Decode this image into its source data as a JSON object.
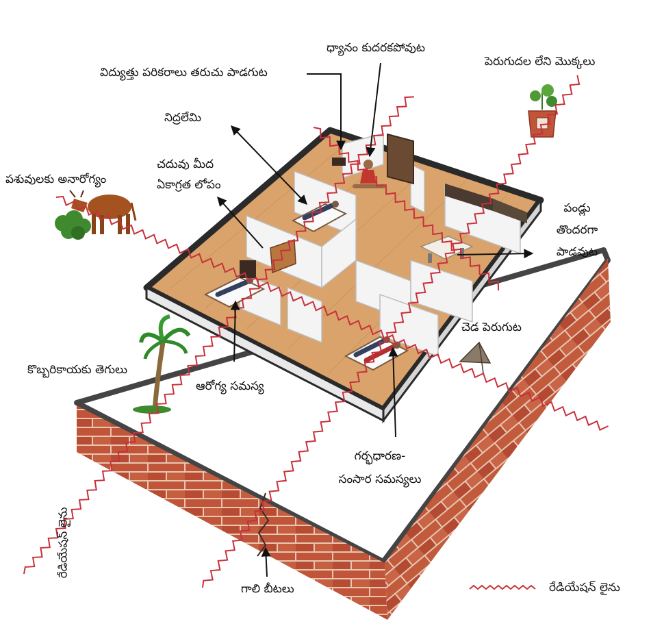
{
  "labels": {
    "electrical": "విద్యుత్తు పరికరాలు తరుచు పాడగుట",
    "meditation": "ధ్యానం కుదరకపోవుట",
    "plants": "పెరుగుదల లేని మొక్కలు",
    "insomnia": "నిద్రలేమి",
    "study_1": "చదువు మీద",
    "study_2": "ఏకాగ్రత లోపం",
    "cattle": "పశువులకు అనారోగ్యం",
    "teeth_1": "పండ్లు",
    "teeth_2": "తొందరగా",
    "teeth_3": "పాడవుట",
    "evil": "చెడ పెరుగుట",
    "coconut": "కొబ్బరికాయకు తెగులు",
    "health": "ఆరోగ్య సమస్య",
    "pregnancy_1": "గర్భధారణ-",
    "pregnancy_2": "సంసార సమస్యలు",
    "radiation_rotated": "రేడియేషన్ లైను",
    "cracks": "గాలి బీటలు",
    "legend": "రేడియేషన్ లైను"
  },
  "colors": {
    "radiation_line": "#c8303a",
    "brick": "#c0553a",
    "mortar": "#e6c7b4",
    "wall_outline": "#2a2a2a",
    "floor": "#d9a36b",
    "room_wall": "#f4f4f4",
    "arrow": "#111111"
  },
  "icons": [
    "cow-icon",
    "bush-icon",
    "potted-plant-icon",
    "palm-tree-icon",
    "termite-mound-icon",
    "meditating-person-icon",
    "sleeping-person-icon"
  ]
}
